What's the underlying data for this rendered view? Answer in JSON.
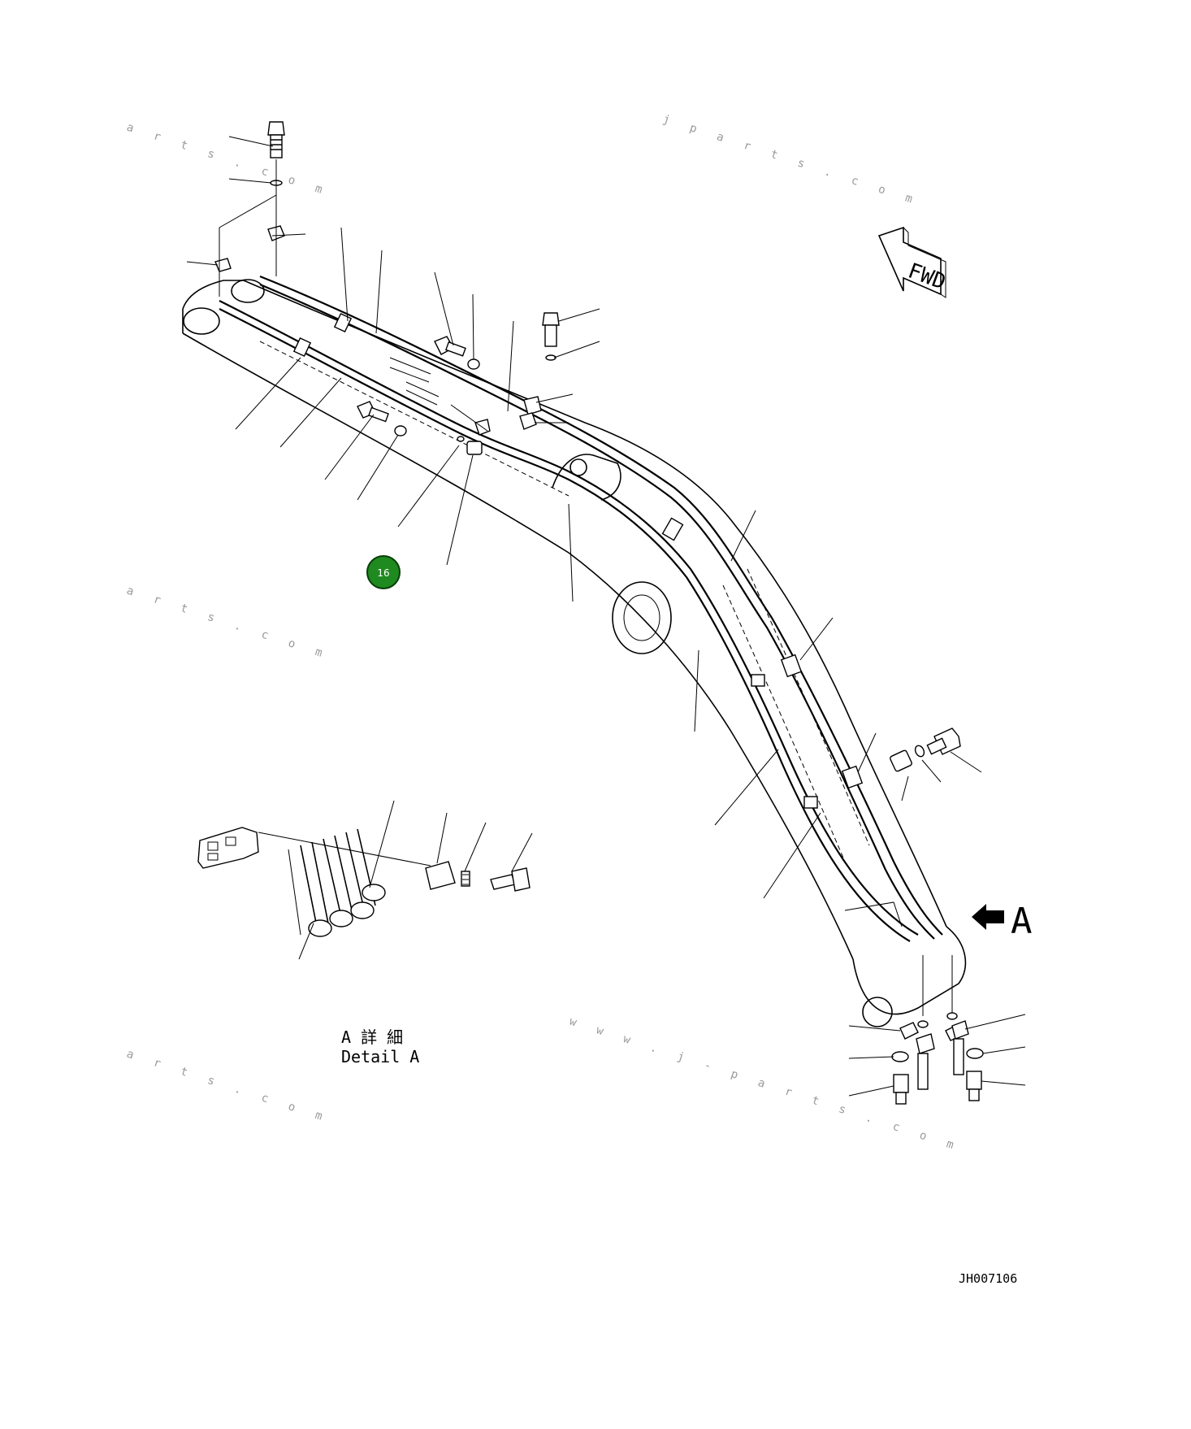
{
  "diagram": {
    "forward_label": "FWD",
    "view_label": "A",
    "detail_title_jp": "A 詳 細",
    "detail_title_en": "Detail A",
    "drawing_number": "JH007106",
    "callouts": [
      {
        "label": "16",
        "color": "#1f8a1f"
      }
    ],
    "watermarks": [
      "a r t s . c o m",
      "j p a r t s . c o m",
      "a r t s . c o m",
      "w w w . j - p a r t s . c o m",
      "a r t s . c o m"
    ]
  }
}
